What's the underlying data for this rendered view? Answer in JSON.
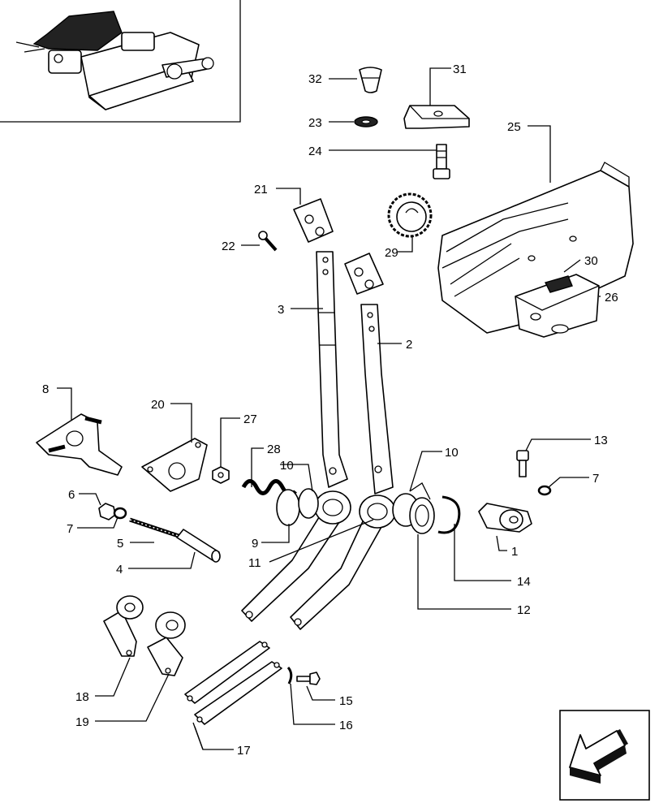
{
  "callouts": [
    {
      "id": "c1",
      "text": "1"
    },
    {
      "id": "c2",
      "text": "2"
    },
    {
      "id": "c3",
      "text": "3"
    },
    {
      "id": "c4",
      "text": "4"
    },
    {
      "id": "c5",
      "text": "5"
    },
    {
      "id": "c6",
      "text": "6"
    },
    {
      "id": "c7a",
      "text": "7"
    },
    {
      "id": "c7b",
      "text": "7"
    },
    {
      "id": "c8",
      "text": "8"
    },
    {
      "id": "c9",
      "text": "9"
    },
    {
      "id": "c10a",
      "text": "10"
    },
    {
      "id": "c10b",
      "text": "10"
    },
    {
      "id": "c11",
      "text": "11"
    },
    {
      "id": "c12",
      "text": "12"
    },
    {
      "id": "c13",
      "text": "13"
    },
    {
      "id": "c14",
      "text": "14"
    },
    {
      "id": "c15",
      "text": "15"
    },
    {
      "id": "c16",
      "text": "16"
    },
    {
      "id": "c17",
      "text": "17"
    },
    {
      "id": "c18",
      "text": "18"
    },
    {
      "id": "c19",
      "text": "19"
    },
    {
      "id": "c20",
      "text": "20"
    },
    {
      "id": "c21",
      "text": "21"
    },
    {
      "id": "c22",
      "text": "22"
    },
    {
      "id": "c23",
      "text": "23"
    },
    {
      "id": "c24",
      "text": "24"
    },
    {
      "id": "c25",
      "text": "25"
    },
    {
      "id": "c26",
      "text": "26"
    },
    {
      "id": "c27",
      "text": "27"
    },
    {
      "id": "c28",
      "text": "28"
    },
    {
      "id": "c29",
      "text": "29"
    },
    {
      "id": "c30",
      "text": "30"
    },
    {
      "id": "c31",
      "text": "31"
    },
    {
      "id": "c32",
      "text": "32"
    }
  ],
  "icons": {
    "nav_arrow": "arrow-back-down-left-icon",
    "assembly_thumbnail": "hydraulic-lift-assembly-icon"
  }
}
